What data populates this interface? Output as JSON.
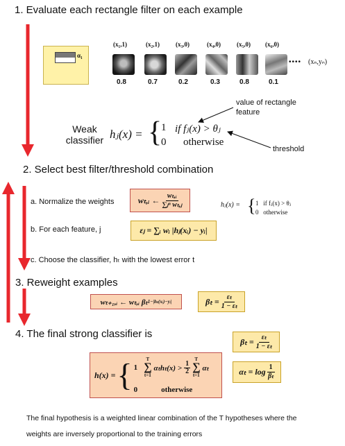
{
  "steps": {
    "s1": "1. Evaluate each rectangle filter on each example",
    "s2": "2. Select best filter/threshold combination",
    "s3": "3. Reweight examples",
    "s4": "4. The final strong classifier is"
  },
  "filter": {
    "alpha_label": "α₁"
  },
  "examples": [
    {
      "label": "(x₁,1)",
      "value": "0.8"
    },
    {
      "label": "(x₂,1)",
      "value": "0.7"
    },
    {
      "label": "(x₃,0)",
      "value": "0.2"
    },
    {
      "label": "(x₄,0)",
      "value": "0.3"
    },
    {
      "label": "(x₅,0)",
      "value": "0.8"
    },
    {
      "label": "(x₆,0)",
      "value": "0.1"
    }
  ],
  "ellipsis": "••••",
  "last_example": "(xₙ,yₙ)",
  "weak": {
    "label_line1": "Weak",
    "label_line2": "classifier",
    "lhs": "hⱼ(x) =",
    "case1_val": "1",
    "case1_cond": "if fⱼ(x) > θⱼ",
    "case2_val": "0",
    "case2_cond": "otherwise",
    "annot_value_line1": "value of rectangle",
    "annot_value_line2": "feature",
    "annot_threshold": "threshold"
  },
  "sub": {
    "a": "a. Normalize the weights",
    "b": "b. For each feature, j",
    "c": "c. Choose the classifier, hₜ with the lowest error t"
  },
  "formulas": {
    "normalize_lhs": "wₜ,ᵢ ←",
    "normalize_num": "wₜ,ᵢ",
    "normalize_den": "∑ⱼⁿ wₜ,ⱼ",
    "error": "εⱼ = ∑ᵢ wᵢ |hⱼ(xᵢ) − yᵢ|",
    "reweight": "wₜ₊₁,ᵢ ← wₜ,ᵢ βₜ",
    "reweight_exp": "1−|hₜ(xᵢ)−yᵢ|",
    "beta_lhs": "βₜ =",
    "beta_num": "εₜ",
    "beta_den": "1 − εₜ",
    "alpha_lhs": "αₜ = log",
    "alpha_num": "1",
    "alpha_den": "βₜ",
    "small_lhs": "hⱼ(x) =",
    "small_c1": "1   if fⱼ(x) > θⱼ",
    "small_c2": "0   otherwise",
    "strong_lhs": "h(x) =",
    "strong_c1a": "1",
    "strong_sum_top": "T",
    "strong_sum_bot": "t=1",
    "strong_term": "αₜhₜ(x) >",
    "strong_half_num": "1",
    "strong_half_den": "2",
    "strong_tail": "αₜ",
    "strong_c2": "0",
    "strong_otherwise": "otherwise"
  },
  "footer": {
    "line1": "The final hypothesis is a weighted linear combination of the T hypotheses where the",
    "line2": "weights are inversely proportional to the training errors"
  },
  "colors": {
    "arrow": "#e8272d",
    "orange_box": "#fbd4b4",
    "yellow_box": "#fde9a9",
    "filter_box": "#fff2a8"
  }
}
